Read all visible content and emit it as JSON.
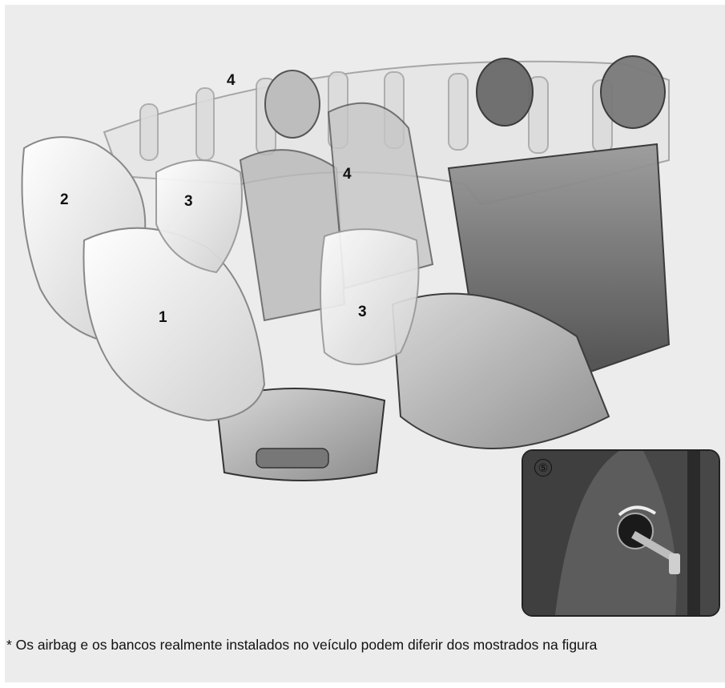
{
  "figure": {
    "callouts": {
      "front_airbag": "1",
      "knee_airbag": "2",
      "side_airbag_front": "3",
      "side_airbag_rear": "3",
      "curtain_airbag_top": "4",
      "curtain_airbag_mid": "4"
    },
    "inset": {
      "number": "⑤",
      "depicts": [
        "switch-icon",
        "key-icon"
      ]
    }
  },
  "footnote": "* Os airbag e os bancos realmente instalados no veículo podem diferir dos mostrados na figura",
  "colors": {
    "panel_background": "#ececec",
    "airbag_fill": "#f2f2f2",
    "seat_dark": "#5b5b5b",
    "seat_light": "#c8c8c8",
    "inset_background": "#5a5a5a"
  }
}
